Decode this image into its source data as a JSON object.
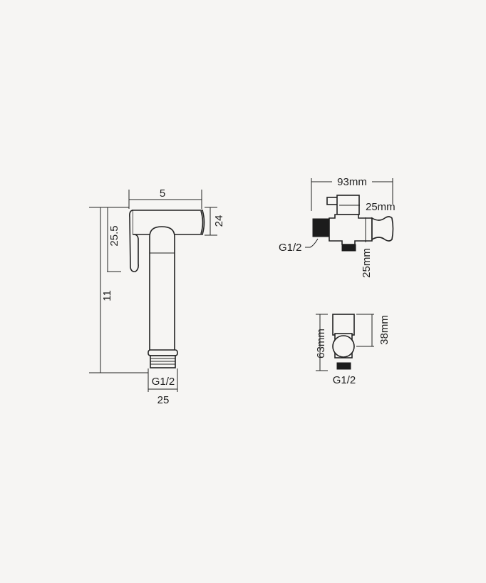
{
  "sprayer": {
    "width_label": "5",
    "head_height_label": "24",
    "lever_height_label": "25.5",
    "total_height_label": "11",
    "thread_label": "G1/2",
    "thread_width_label": "25"
  },
  "valve_front": {
    "width_label": "93mm",
    "top_width_label": "25mm",
    "height_label": "25mm",
    "thread_label": "G1/2"
  },
  "valve_side": {
    "total_height_label": "63mm",
    "top_height_label": "38mm",
    "thread_label": "G1/2"
  }
}
